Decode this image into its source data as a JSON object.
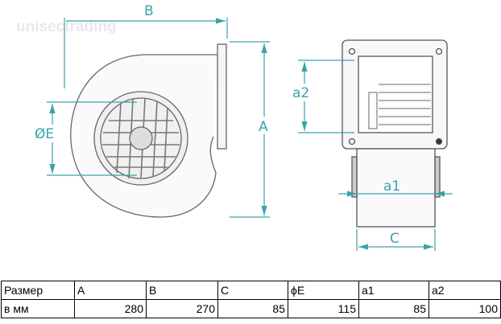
{
  "watermark": "unisectrading",
  "dimensions": {
    "A": "A",
    "B": "B",
    "C": "C",
    "E": "ØE",
    "a1": "a1",
    "a2": "a2"
  },
  "colors": {
    "dimension": "#3aa3a8",
    "outline": "#555555"
  },
  "table": {
    "headers": [
      "Размер",
      "A",
      "B",
      "C",
      "ϕE",
      "a1",
      "a2"
    ],
    "row": [
      "в мм",
      "280",
      "270",
      "85",
      "115",
      "85",
      "100"
    ]
  }
}
